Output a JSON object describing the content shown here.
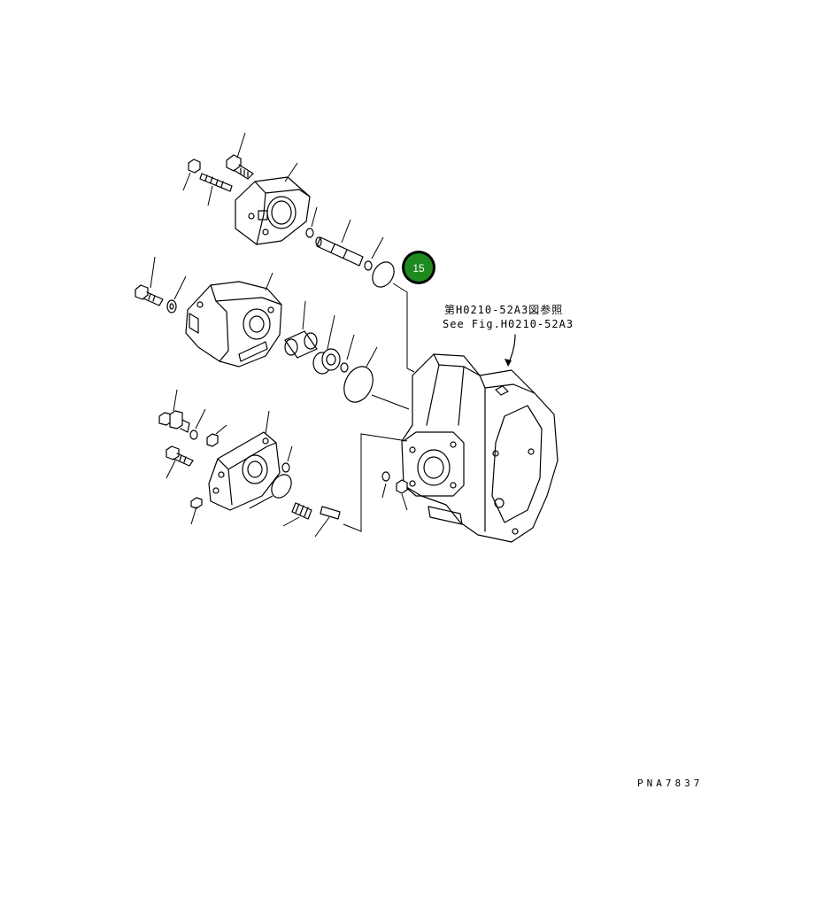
{
  "diagram": {
    "reference_jp": "第H0210-52A3図参照",
    "reference_en": "See Fig.H0210-52A3",
    "drawing_number": "PNA7837",
    "callout": {
      "label": "15",
      "color": "#1e8a1e"
    }
  }
}
